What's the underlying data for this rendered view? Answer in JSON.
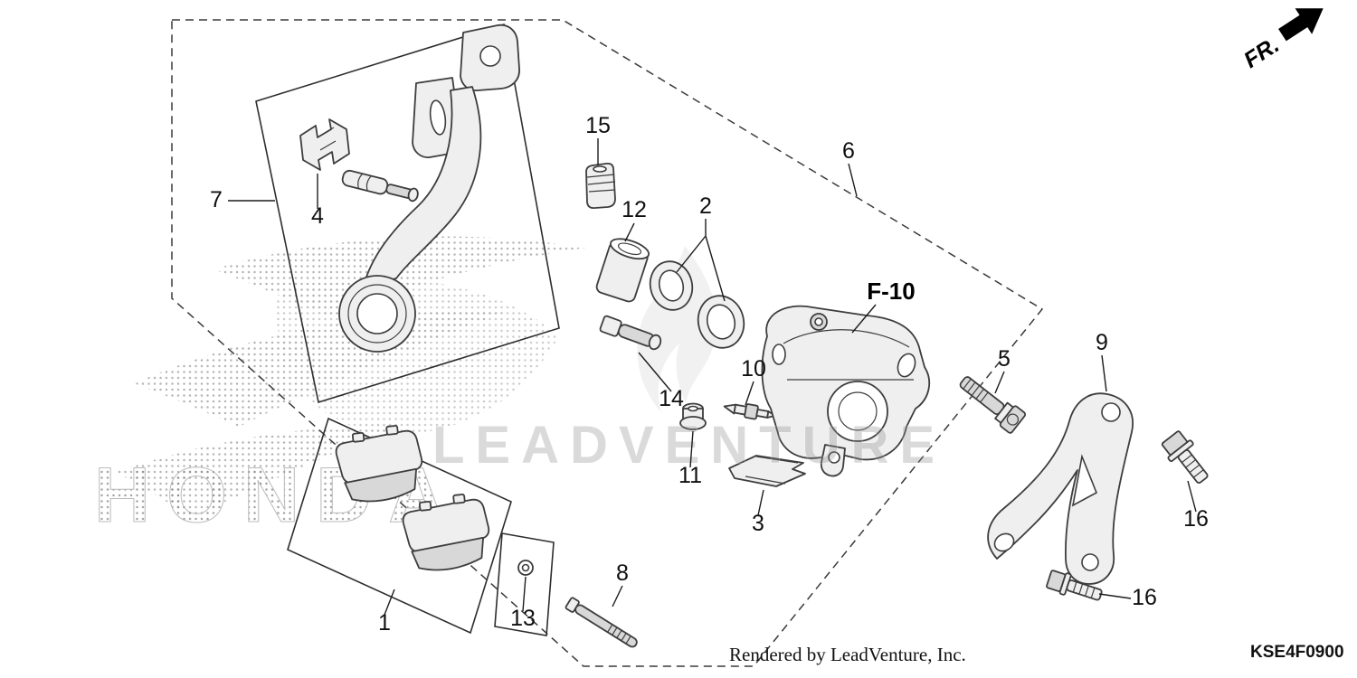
{
  "diagram": {
    "code": "KSE4F0900",
    "footer_credit": "Rendered by LeadVenture, Inc.",
    "direction_label": "FR.",
    "assembly_reference": "F-10",
    "watermark_brand": "LEADVENTURE",
    "watermark_logo": "HONDA"
  },
  "callouts": {
    "c1": "1",
    "c2": "2",
    "c3": "3",
    "c4": "4",
    "c5": "5",
    "c6": "6",
    "c7": "7",
    "c8": "8",
    "c9": "9",
    "c10": "10",
    "c11": "11",
    "c12": "12",
    "c13": "13",
    "c14": "14",
    "c15": "15",
    "c16a": "16",
    "c16b": "16"
  },
  "colors": {
    "background": "#ffffff",
    "line_art": "#3d3d3d",
    "label_text": "#101010",
    "watermark_gray": "#bdbdbd"
  }
}
